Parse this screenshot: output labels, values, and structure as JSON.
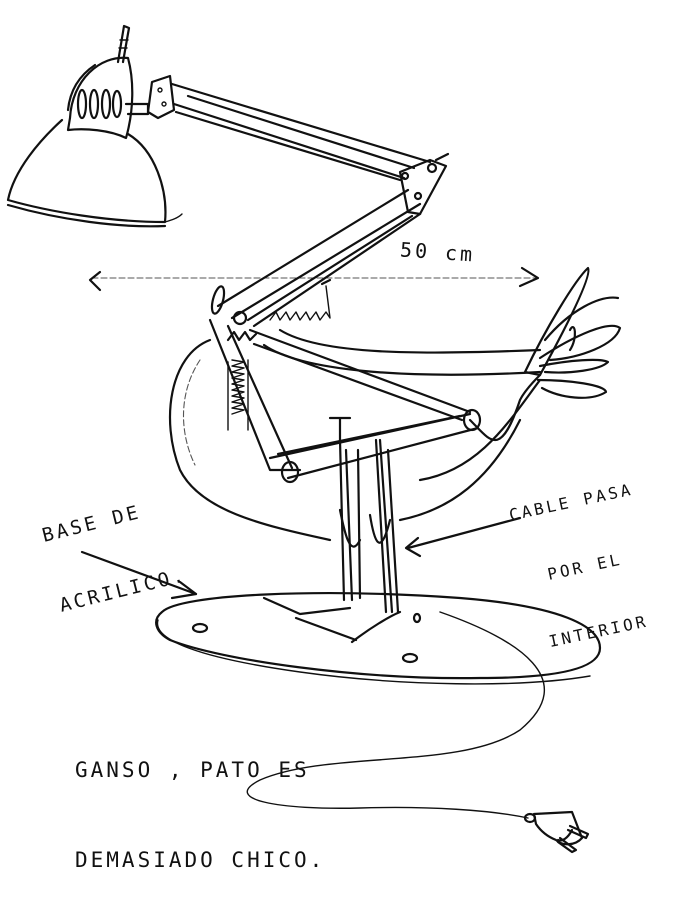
{
  "sketch": {
    "subject": "Desk lamp with articulated spring arm mounted on a goose-shaped acrylic base",
    "ink_color": "#111111",
    "paper_color": "#ffffff"
  },
  "annotations": {
    "dimension": {
      "text": "50 cm",
      "description": "double-headed arrow indicating width"
    },
    "base_material": {
      "line1": "BASE DE",
      "line2": "ACRILICO."
    },
    "cable_route": {
      "line1": "CABLE PASA",
      "line2": "POR EL",
      "line3": "INTERIOR"
    },
    "caption": {
      "line1": "GANSO , PATO ES",
      "line2": "DEMASIADO CHICO."
    }
  },
  "components": [
    {
      "name": "lamp-shade",
      "label": "Lamp head with vented housing"
    },
    {
      "name": "upper-arm",
      "label": "Upper arm"
    },
    {
      "name": "elbow-joint",
      "label": "Elbow joint"
    },
    {
      "name": "lower-arm",
      "label": "Lower arm with tension springs"
    },
    {
      "name": "goose-body",
      "label": "Goose body outline"
    },
    {
      "name": "goose-tail",
      "label": "Tail feathers"
    },
    {
      "name": "support-legs",
      "label": "Legs / stem"
    },
    {
      "name": "acrylic-base",
      "label": "Oval acrylic base with screw holes"
    },
    {
      "name": "power-cable",
      "label": "Power cord"
    },
    {
      "name": "plug",
      "label": "Two-pin plug"
    }
  ]
}
